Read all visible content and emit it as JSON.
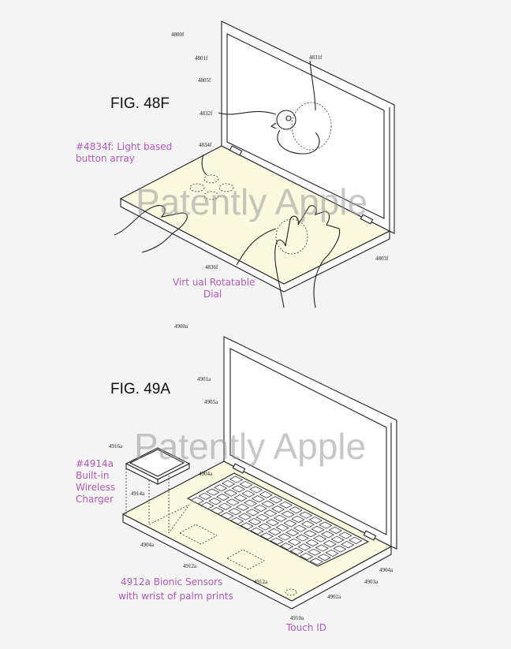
{
  "watermark": "Patently Apple",
  "fig48f": {
    "title": "FIG. 48F",
    "refs": {
      "r4800f": "4800f",
      "r4801f": "4801f",
      "r4805f": "4805f",
      "r4831f": "4831f",
      "r4832f": "4832f",
      "r4834f": "4834f",
      "r4836f": "4836f",
      "r4803f": "4803f"
    },
    "annotations": {
      "button_array_1": "#4834f: Light based",
      "button_array_2": "button array",
      "dial_1": "Virt ual Rotatable",
      "dial_2": "Dial"
    }
  },
  "fig49a": {
    "title": "FIG. 49A",
    "refs": {
      "r4900a": "4900a",
      "r4901a": "4901a",
      "r4905a": "4905a",
      "r4916a": "4916a",
      "r4904a_top": "4904a",
      "r4914a": "4914a",
      "r4904a_left": "4904a",
      "r4912a_1": "4912a",
      "r4912a_2": "4912a",
      "r4904a_right": "4904a",
      "r4903a": "4903a",
      "r4902a": "4902a",
      "r4910a": "4910a"
    },
    "annotations": {
      "charger_1": "#4914a",
      "charger_2": "Built-in",
      "charger_3": "Wireless",
      "charger_4": "Charger",
      "sensors_1": "4912a Bionic Sensors",
      "sensors_2": "with wrist of palm prints",
      "touch_id": "Touch ID"
    }
  }
}
